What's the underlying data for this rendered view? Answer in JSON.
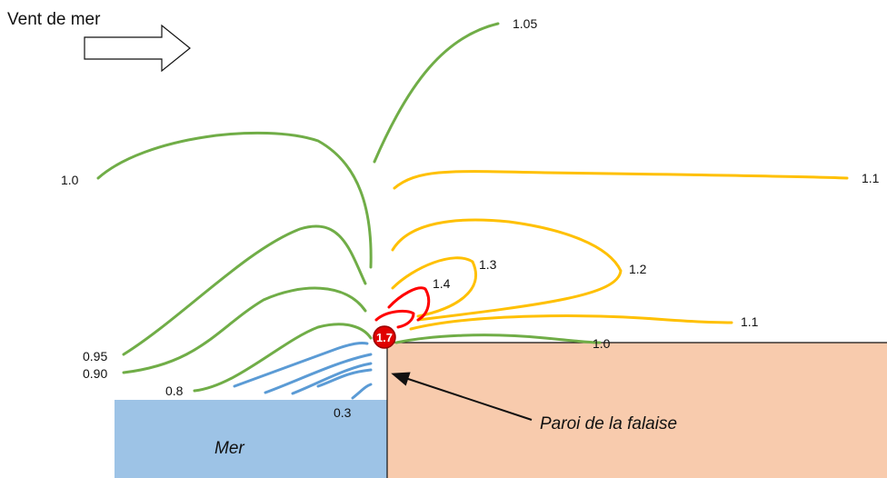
{
  "title": "Vent de mer",
  "labels": {
    "sea": "Mer",
    "cliff_wall": "Paroi de la falaise",
    "peak_value": "1.7"
  },
  "isolines": {
    "v_1_05": "1.05",
    "v_1_0_top": "1.0",
    "v_0_95": "0.95",
    "v_0_90": "0.90",
    "v_0_8": "0.8",
    "v_0_3": "0.3",
    "v_1_1_top": "1.1",
    "v_1_3": "1.3",
    "v_1_2": "1.2",
    "v_1_4": "1.4",
    "v_1_1_low": "1.1",
    "v_1_0_surface": "1.0"
  },
  "colors": {
    "sea": "#9dc3e6",
    "cliff": "#f8cbad",
    "green_isoline": "#70ad47",
    "yellow_isoline": "#ffc000",
    "red_isoline": "#ff0000",
    "blue_isoline": "#5b9bd5",
    "peak_marker": "#e00000"
  },
  "icons": {
    "wind_arrow": "right-arrow-outline"
  }
}
